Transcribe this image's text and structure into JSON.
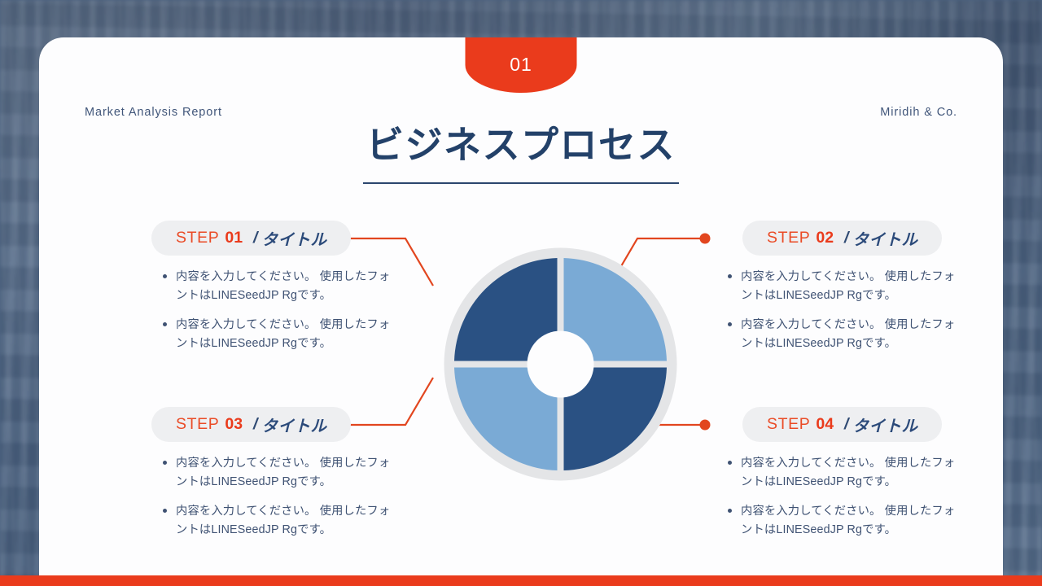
{
  "theme": {
    "orange": "#ea3b1c",
    "navy_dark": "#2a5183",
    "navy_light": "#7aaad5",
    "title_navy": "#234169",
    "body_navy": "#3f5273",
    "pill_bg": "#eeeff1",
    "card_bg": "#fdfdfe",
    "bg_blue": "#4a617f"
  },
  "badge": {
    "number": "01"
  },
  "header": {
    "left_label": "Market Analysis Report",
    "right_label": "Miridih & Co."
  },
  "title": "ビジネスプロセス",
  "bullet_text": "内容を入力してください。 使用したフォントはLINESeedJP Rgです。",
  "steps": [
    {
      "id": "step-1",
      "step_word": "STEP",
      "number": "01",
      "separator": "/",
      "title": "タイトル",
      "side": "left",
      "bullets": [
        "内容を入力してください。 使用したフォントはLINESeedJP Rgです。",
        "内容を入力してください。 使用したフォントはLINESeedJP Rgです。"
      ]
    },
    {
      "id": "step-2",
      "step_word": "STEP",
      "number": "02",
      "separator": "/",
      "title": "タイトル",
      "side": "right",
      "bullets": [
        "内容を入力してください。 使用したフォントはLINESeedJP Rgです。",
        "内容を入力してください。 使用したフォントはLINESeedJP Rgです。"
      ]
    },
    {
      "id": "step-3",
      "step_word": "STEP",
      "number": "03",
      "separator": "/",
      "title": "タイトル",
      "side": "left",
      "bullets": [
        "内容を入力してください。 使用したフォントはLINESeedJP Rgです。",
        "内容を入力してください。 使用したフォントはLINESeedJP Rgです。"
      ]
    },
    {
      "id": "step-4",
      "step_word": "STEP",
      "number": "04",
      "separator": "/",
      "title": "タイトル",
      "side": "right",
      "bullets": [
        "内容を入力してください。 使用したフォントはLINESeedJP Rgです。",
        "内容を入力してください。 使用したフォントはLINESeedJP Rgです。"
      ]
    }
  ],
  "chart_data": {
    "type": "pie",
    "title": "ビジネスプロセス",
    "categories": [
      "STEP 01",
      "STEP 02",
      "STEP 04",
      "STEP 03"
    ],
    "values": [
      25,
      25,
      25,
      25
    ],
    "colors": [
      "#2a5183",
      "#7aaad5",
      "#2a5183",
      "#7aaad5"
    ],
    "donut_hole_ratio": 0.3,
    "halo_color": "#e3e4e6",
    "gap_degrees": 3,
    "legend": "none",
    "grid": false,
    "notes": "Four equal quadrants: top-left dark navy, top-right light blue, bottom-left light blue, bottom-right dark navy."
  }
}
